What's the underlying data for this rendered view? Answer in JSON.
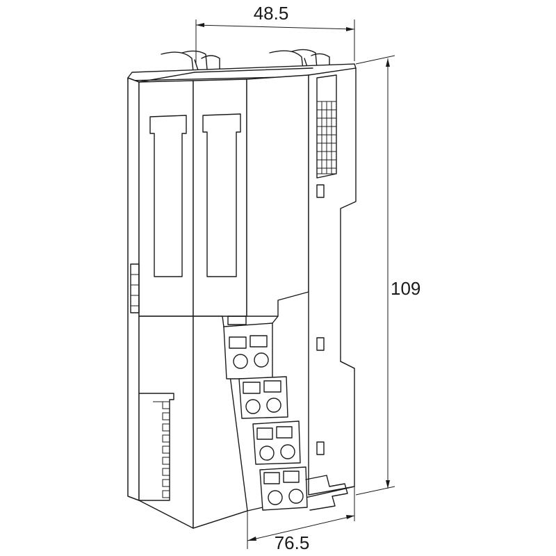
{
  "dimensions": {
    "top_width": "48.5",
    "height": "109",
    "bottom_depth": "76.5"
  },
  "colors": {
    "stroke": "#1a1a1a",
    "background": "#ffffff"
  }
}
